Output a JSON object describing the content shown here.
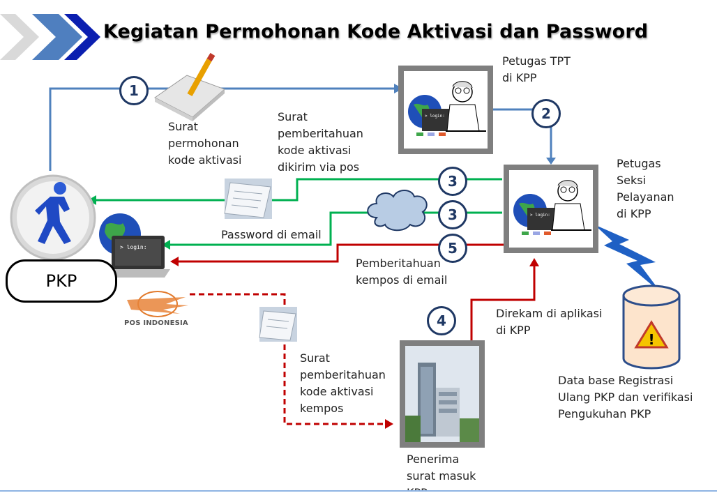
{
  "title": "Kegiatan Permohonan Kode Aktivasi dan Password",
  "actors": {
    "pkp": "PKP",
    "petugas_tpt": "Petugas TPT\ndi KPP",
    "petugas_pelayanan": "Petugas\nSeksi\nPelayanan\ndi KPP",
    "penerima": "Penerima\nsurat masuk\nKPP",
    "database": "Data base Registrasi\nUlang PKP dan verifikasi\nPengukuhan PKP",
    "pos": "POS INDONESIA"
  },
  "labels": {
    "surat_permohonan": "Surat\npermohonan\nkode aktivasi",
    "surat_pemberitahuan_pos": "Surat\npemberitahuan\nkode aktivasi\ndikirim via pos",
    "password_email": "Password di email",
    "pemberitahuan_kempos": "Pemberitahuan\nkempos di email",
    "direkam": "Direkam di aplikasi\ndi KPP",
    "surat_kempos": "Surat\npemberitahuan\nkode aktivasi\nkempos"
  },
  "steps": [
    "1",
    "2",
    "3",
    "3",
    "5",
    "4"
  ],
  "screen_text": "> login:",
  "colors": {
    "blue_line": "#4f81bd",
    "green_line": "#00b050",
    "red_line": "#c00000",
    "circle": "#1f3864",
    "frame": "#7f7f7f"
  },
  "icons": [
    "chevron-icon",
    "document-pencil-icon",
    "officer-computer-icon",
    "walking-person-icon",
    "globe-computer-icon",
    "envelope-letter-icon",
    "cloud-icon",
    "lightning-icon",
    "database-warning-icon",
    "pos-logo-icon",
    "building-photo"
  ]
}
